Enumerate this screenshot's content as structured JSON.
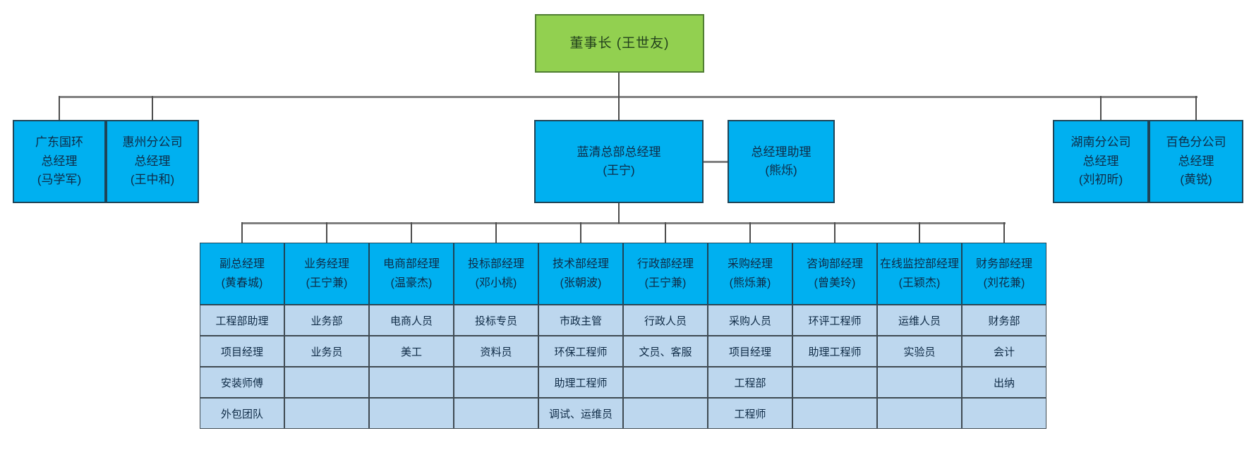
{
  "colors": {
    "chairman_fill": "#92D050",
    "chairman_border": "#507E32",
    "node_fill": "#00B0F0",
    "node_border": "#1F4457",
    "cell_fill": "#BDD7EE",
    "grid_border": "#3F4A52",
    "connector": "#7F7F7F",
    "connector_dark": "#4D4D4D",
    "text": "#0F2B46",
    "chairman_text": "#22401C"
  },
  "chairman": {
    "label": "董事长 (王世友)"
  },
  "level2": [
    {
      "label": "广东国环\n总经理\n(马学军)"
    },
    {
      "label": "惠州分公司\n总经理\n(王中和)"
    },
    {
      "label": "蓝清总部总经理\n(王宁)"
    },
    {
      "label": "总经理助理\n(熊烁)"
    },
    {
      "label": "湖南分公司\n总经理\n(刘初昕)"
    },
    {
      "label": "百色分公司\n总经理\n(黄锐)"
    }
  ],
  "departments": [
    {
      "label": "副总经理\n(黄春城)",
      "staff": [
        "工程部助理",
        "项目经理",
        "安装师傅",
        "外包团队"
      ]
    },
    {
      "label": "业务经理\n(王宁兼)",
      "staff": [
        "业务部",
        "业务员",
        "",
        ""
      ]
    },
    {
      "label": "电商部经理\n(温豪杰)",
      "staff": [
        "电商人员",
        "美工",
        "",
        ""
      ]
    },
    {
      "label": "投标部经理\n(邓小桃)",
      "staff": [
        "投标专员",
        "资料员",
        "",
        ""
      ]
    },
    {
      "label": "技术部经理\n(张朝波)",
      "staff": [
        "市政主管",
        "环保工程师",
        "助理工程师",
        "调试、运维员"
      ]
    },
    {
      "label": "行政部经理\n(王宁兼)",
      "staff": [
        "行政人员",
        "文员、客服",
        "",
        ""
      ]
    },
    {
      "label": "采购经理\n(熊烁兼)",
      "staff": [
        "采购人员",
        "项目经理",
        "工程部",
        "工程师"
      ]
    },
    {
      "label": "咨询部经理\n(曾美玲)",
      "staff": [
        "环评工程师",
        "助理工程师",
        "",
        ""
      ]
    },
    {
      "label": "在线监控部经理\n(王颖杰)",
      "staff": [
        "运维人员",
        "实验员",
        "",
        ""
      ]
    },
    {
      "label": "财务部经理\n(刘花兼)",
      "staff": [
        "财务部",
        "会计",
        "出纳",
        ""
      ]
    }
  ]
}
